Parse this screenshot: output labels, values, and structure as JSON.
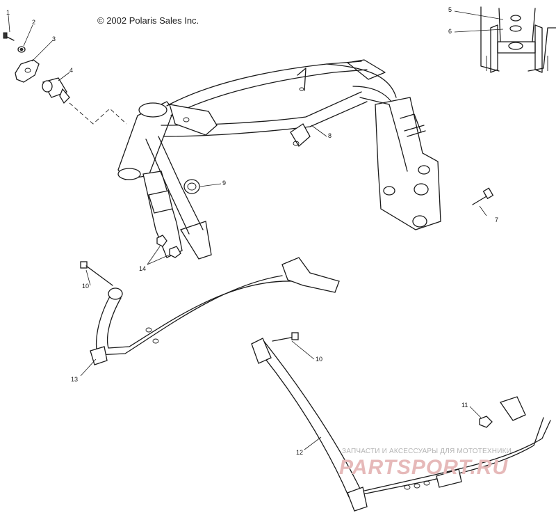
{
  "copyright": "© 2002 Polaris Sales Inc.",
  "callouts": {
    "c1": "1",
    "c2": "2",
    "c3": "3",
    "c4": "4",
    "c5": "5",
    "c6": "6",
    "c7": "7",
    "c8": "8",
    "c9": "9",
    "c10a": "10",
    "c10b": "10",
    "c11": "11",
    "c12": "12",
    "c13": "13",
    "c14": "14"
  },
  "watermark": {
    "text": "ЗАПЧАСТИ И АКСЕССУАРЫ ДЛЯ МОТОТЕХНИКИ",
    "logo": "PARTSPORT.RU"
  },
  "colors": {
    "line": "#1a1a1a",
    "watermark_text": "#b5b5b5",
    "watermark_logo": "#e6b9b9"
  }
}
